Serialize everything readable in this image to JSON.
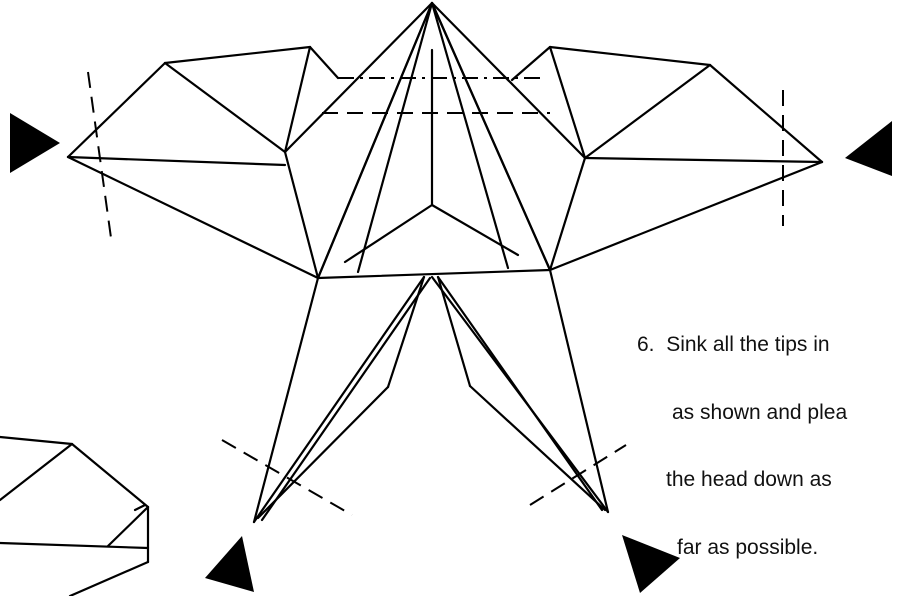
{
  "instruction": {
    "step_number": "6.",
    "lines": [
      "Sink all the tips in",
      "as shown and plea",
      "the head down as",
      "far as possible."
    ]
  },
  "colors": {
    "line": "#000000",
    "background": "#ffffff"
  },
  "icons": {
    "arrows": [
      "triangle-arrow-left-side",
      "triangle-arrow-right-side",
      "triangle-arrow-bottom-left",
      "triangle-arrow-bottom-right"
    ]
  }
}
